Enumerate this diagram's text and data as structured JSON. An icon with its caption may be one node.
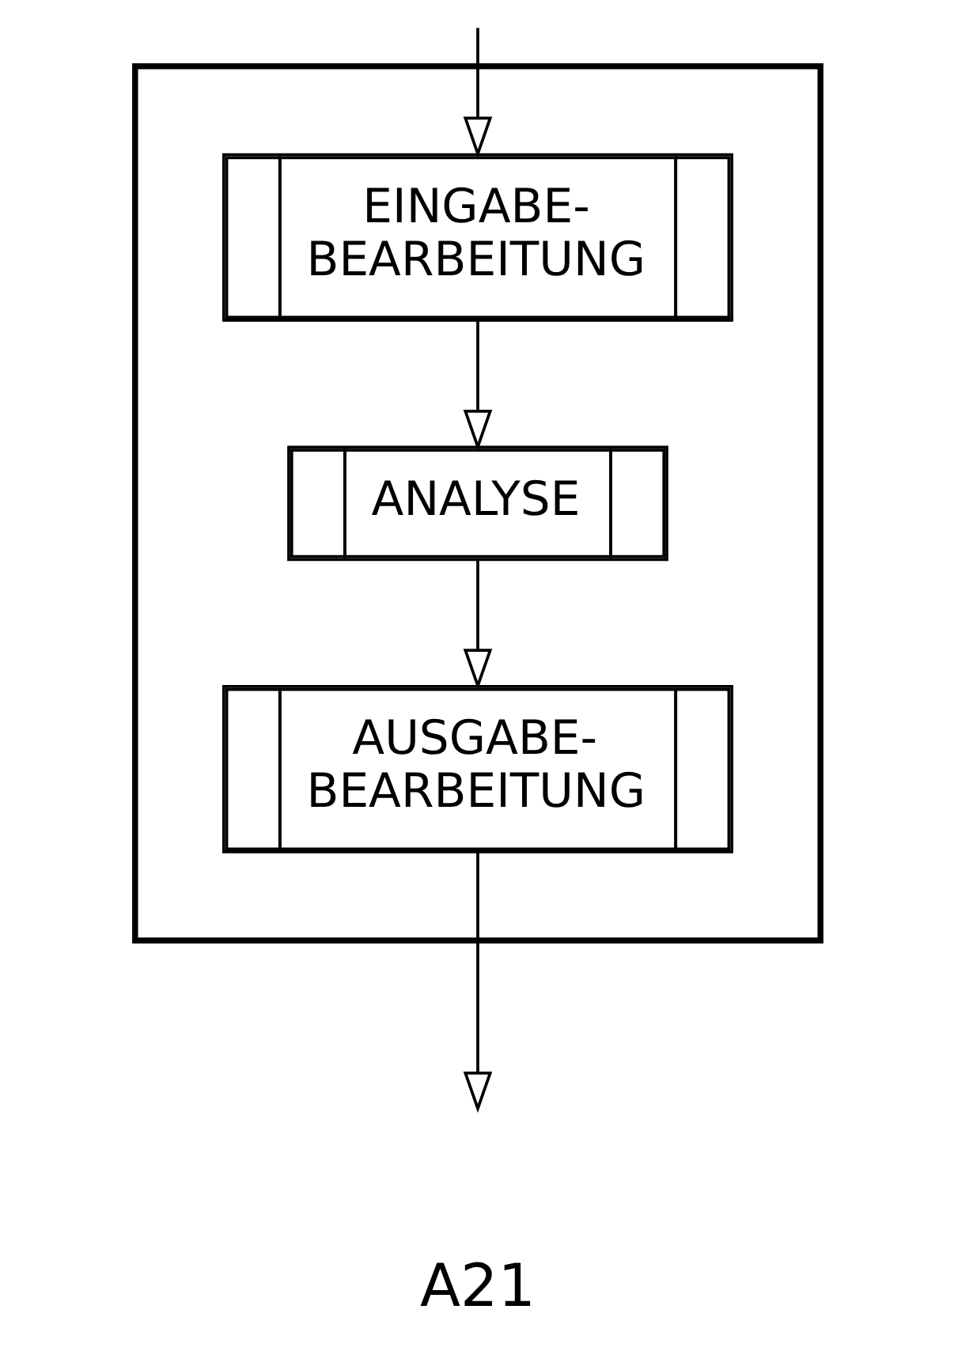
{
  "diagram": {
    "nodes": [
      {
        "text": [],
        "shape": "box"
      },
      {
        "text": [
          "EINGABE- BEARBEITUNG"
        ],
        "in": 0
      },
      {
        "text": [
          "ANALYSE"
        ],
        "in": 0
      },
      {
        "text": [
          "AUSGABE- BEARBEITUNG"
        ],
        "in": 0
      }
    ],
    "edges": [
      {
        "from": null,
        "to": 1,
        "arrow": "to"
      },
      {
        "from": 1,
        "to": 2,
        "arrow": "to"
      },
      {
        "from": 2,
        "to": 3,
        "arrow": "to"
      },
      {
        "from": 3,
        "to": null,
        "arrow": "to"
      }
    ],
    "labels": [
      "A21"
    ]
  }
}
